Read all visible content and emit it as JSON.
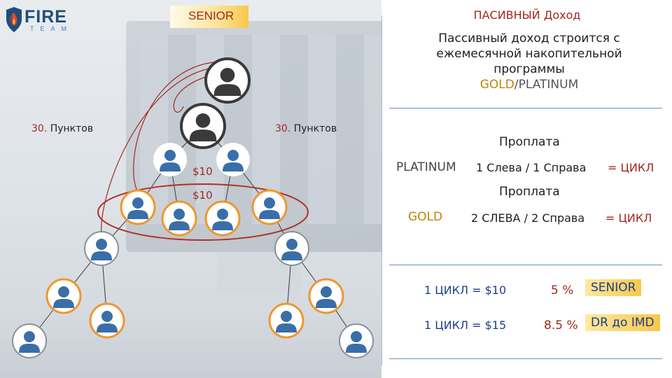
{
  "logo": {
    "brand": "FIRE",
    "sub": "TEAM"
  },
  "header": {
    "senior_badge": "SENIOR",
    "right_title": "ПАСИВНЫЙ Доход"
  },
  "description": {
    "line1": "Пассивный доход строится с",
    "line2": "ежемесячной накопительной",
    "line3": "программы",
    "gold": "GOLD",
    "slash": "/",
    "platinum": "PLATINUM"
  },
  "tree": {
    "points_left": {
      "num": "30.",
      "text": "Пунктов"
    },
    "points_right": {
      "num": "30.",
      "text": "Пунктов"
    },
    "money_top": "$10",
    "money_mid": "$10"
  },
  "right": {
    "proplata_1": "Проплата",
    "platinum_label": "PLATINUM",
    "platinum_rule": "1 Слева / 1 Справа",
    "platinum_cycle": "= ЦИКЛ",
    "proplata_2": "Проплата",
    "gold_label": "GOLD",
    "gold_rule": "2 СЛЕВА / 2 Справа",
    "gold_cycle": "= ЦИКЛ",
    "cycle1_text": "1 ЦИКЛ = $10",
    "cycle1_pct": "5 %",
    "cycle1_badge": "SENIOR",
    "cycle2_text": "1 ЦИКЛ = $15",
    "cycle2_pct": "8.5 %",
    "cycle2_badge": "DR до IMD"
  },
  "colors": {
    "accent_red": "#a0291f",
    "gold": "#b8860b",
    "navy": "#1f3f8a",
    "node_blue": "#3a6ea8",
    "ring_orange": "#f0962d",
    "ring_grey": "#8a9097"
  },
  "icons": [
    "fire-logo-icon",
    "user-avatar-icon"
  ]
}
